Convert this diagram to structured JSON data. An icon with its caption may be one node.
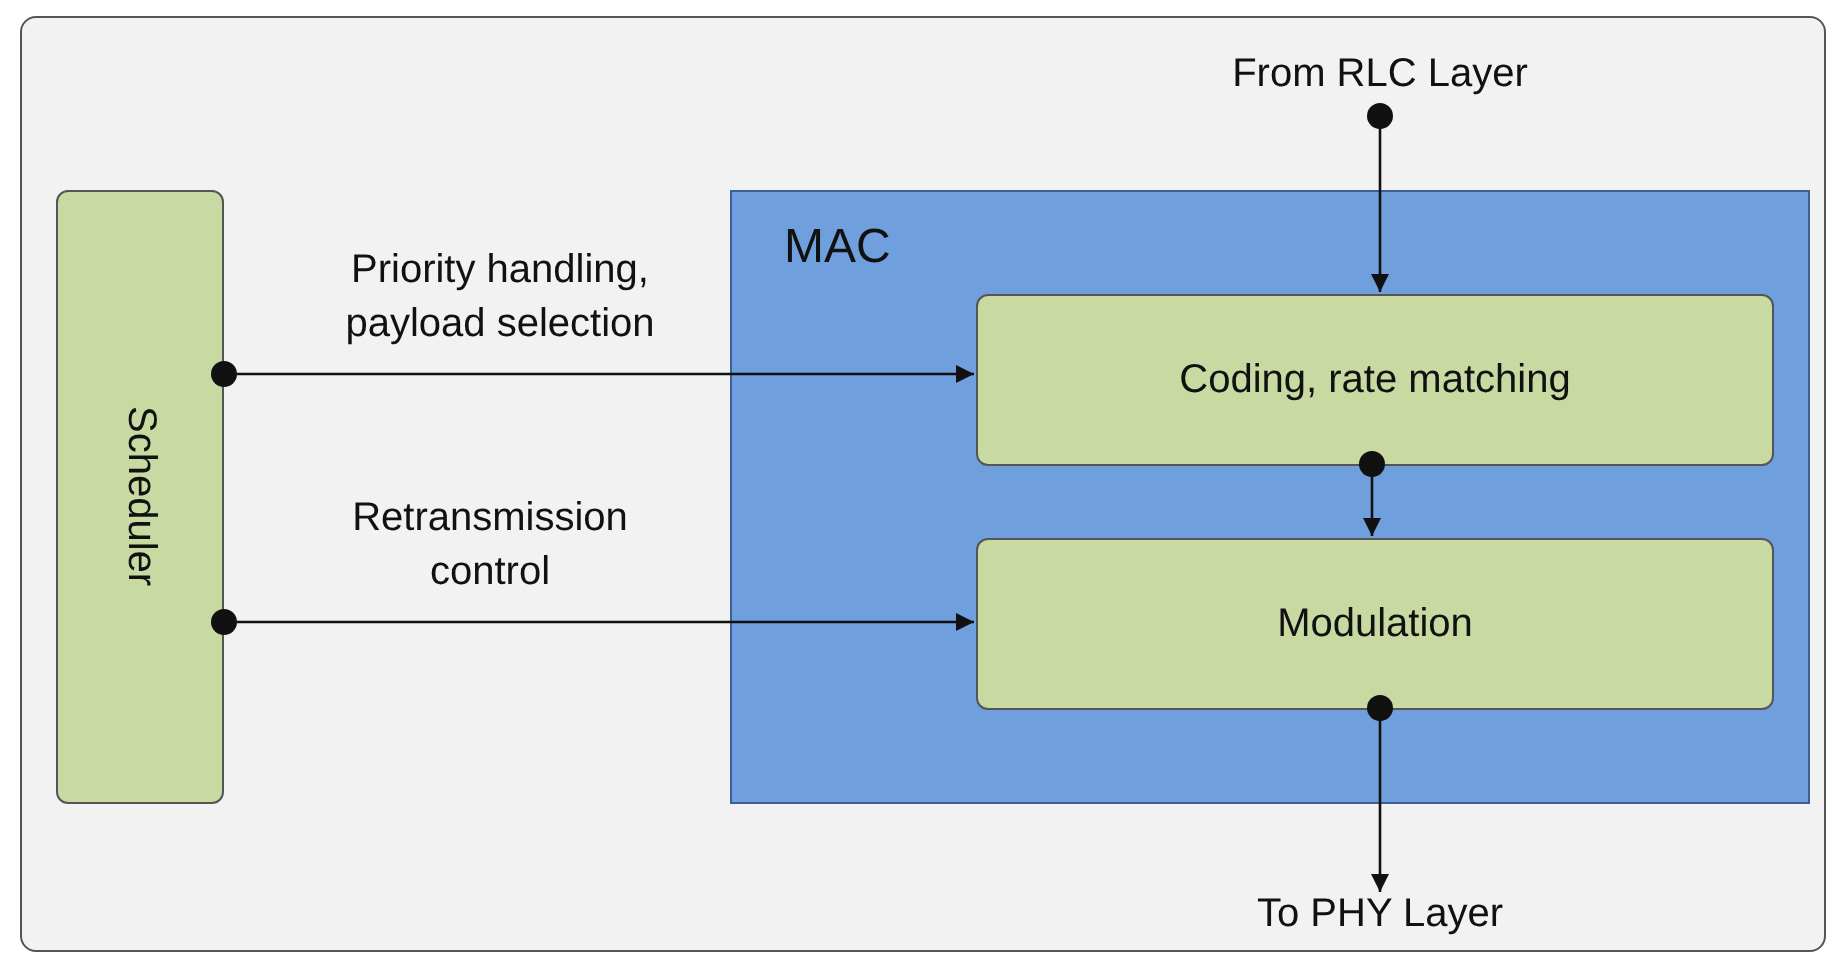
{
  "diagram": {
    "nodes": [
      {
        "text": [
          "MAC"
        ]
      },
      {
        "text": [
          "Coding, rate matching"
        ],
        "in": 0
      },
      {
        "text": [
          "Modulation"
        ],
        "in": 0
      },
      {
        "text": [
          "Scheduler"
        ]
      },
      {
        "text": [
          "From RLC Layer"
        ]
      },
      {
        "text": [
          "To PHY Layer"
        ]
      }
    ],
    "edges": [
      {
        "from": 4,
        "to": 1,
        "arrow": "to"
      },
      {
        "from": 3,
        "to": 1,
        "arrow": "to",
        "label": "Priority handling, payload selection"
      },
      {
        "from": 1,
        "to": 2,
        "arrow": "to"
      },
      {
        "from": 3,
        "to": 2,
        "arrow": "to",
        "label": "Retransmission control"
      },
      {
        "from": 2,
        "to": 5,
        "arrow": "to"
      }
    ]
  }
}
